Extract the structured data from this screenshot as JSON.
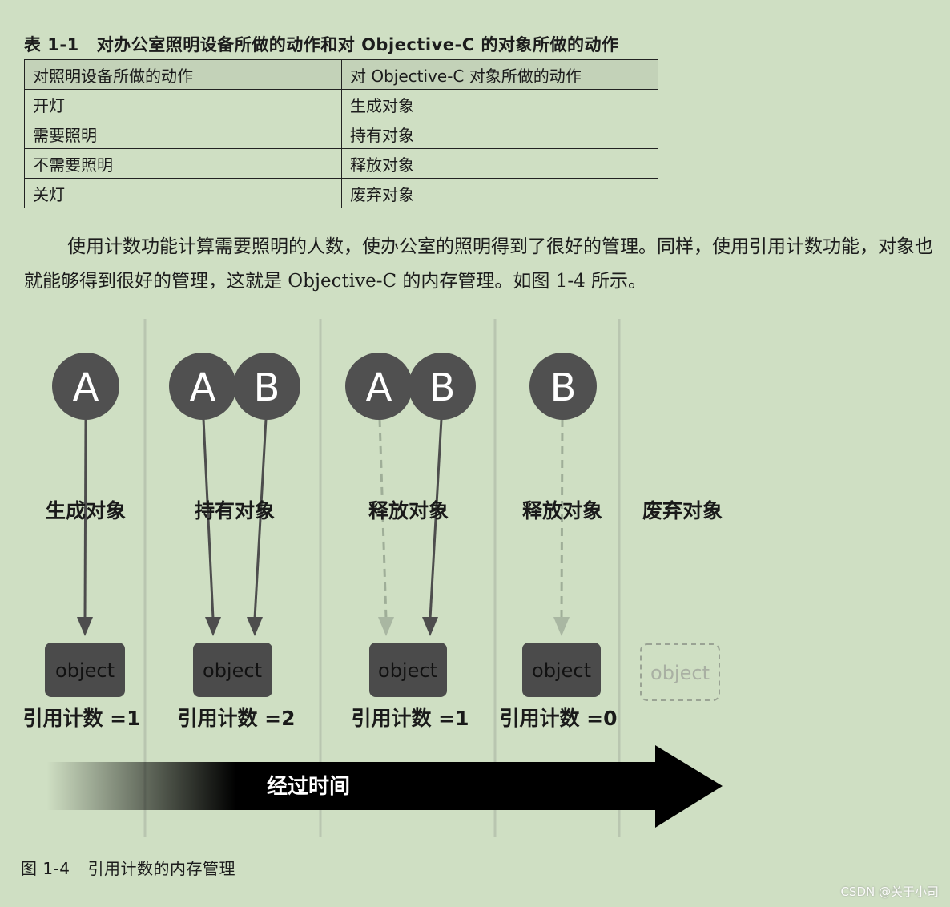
{
  "table": {
    "caption_number": "表 1-1",
    "caption_text": "对办公室照明设备所做的动作和对 Objective-C 的对象所做的动作",
    "headers": [
      "对照明设备所做的动作",
      "对 Objective-C 对象所做的动作"
    ],
    "rows": [
      [
        "开灯",
        "生成对象"
      ],
      [
        "需要照明",
        "持有对象"
      ],
      [
        "不需要照明",
        "释放对象"
      ],
      [
        "关灯",
        "废弃对象"
      ]
    ]
  },
  "paragraph": "使用计数功能计算需要照明的人数，使办公室的照明得到了很好的管理。同样，使用引用计数功能，对象也就能够得到很好的管理，这就是 Objective-C 的内存管理。如图 1-4 所示。",
  "figure": {
    "stages": [
      {
        "action": "生成对象",
        "refs": [
          "A"
        ],
        "object": "object",
        "count": "引用计数 =1"
      },
      {
        "action": "持有对象",
        "refs": [
          "A",
          "B"
        ],
        "object": "object",
        "count": "引用计数 =2"
      },
      {
        "action": "释放对象",
        "refs": [
          "A",
          "B"
        ],
        "object": "object",
        "count": "引用计数 =1"
      },
      {
        "action": "释放对象",
        "refs": [
          "B"
        ],
        "object": "object",
        "count": "引用计数 =0"
      },
      {
        "action": "废弃对象",
        "refs": [],
        "object": "object",
        "count": ""
      }
    ],
    "arrow_label": "经过时间",
    "caption_number": "图 1-4",
    "caption_text": "引用计数的内存管理"
  },
  "watermark": "CSDN @关于小司",
  "colors": {
    "background": "#cfdfc3",
    "circle": "#505050",
    "object_box": "#4b4b4b",
    "timeline_arrow": "#000000"
  }
}
